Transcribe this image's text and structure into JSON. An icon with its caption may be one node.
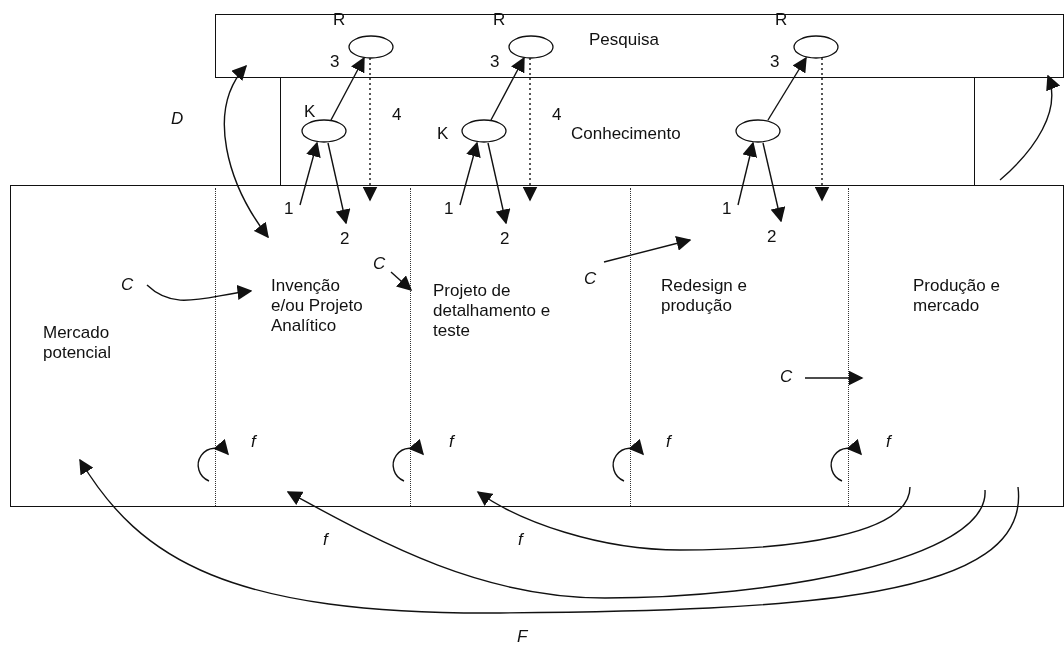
{
  "diagram": {
    "nodes": [
      {
        "text": [
          "Pesquisa"
        ]
      },
      {
        "text": [],
        "shape": "ellipse",
        "in": 0,
        "beside": [
          "R",
          "3"
        ]
      },
      {
        "text": [],
        "shape": "ellipse",
        "in": 0,
        "beside": [
          "R",
          "3"
        ]
      },
      {
        "text": [],
        "shape": "ellipse",
        "in": 0,
        "beside": [
          "R",
          "3"
        ]
      },
      {
        "text": [
          "Conhecimento"
        ]
      },
      {
        "text": [],
        "shape": "ellipse",
        "in": 4,
        "beside": [
          "K"
        ]
      },
      {
        "text": [],
        "shape": "ellipse",
        "in": 4,
        "beside": [
          "K"
        ]
      },
      {
        "text": [],
        "shape": "ellipse",
        "in": 4
      },
      {
        "text": [],
        "shape": "box"
      },
      {
        "text": [
          "Mercado potencial"
        ],
        "in": 8
      },
      {
        "text": [
          "Invenção e/ou Projeto Analítico"
        ],
        "in": 8
      },
      {
        "text": [
          "Projeto de detalhamento e teste"
        ],
        "in": 8
      },
      {
        "text": [
          "Redesign e produção"
        ],
        "in": 8
      },
      {
        "text": [
          "Produção e mercado"
        ],
        "in": 8
      }
    ],
    "edges": [
      {
        "from": 0,
        "to": 10,
        "arrow": "both",
        "label": "D"
      },
      {
        "from": 9,
        "to": 10,
        "arrow": "to",
        "label": "C"
      },
      {
        "from": 10,
        "to": 11,
        "arrow": "to",
        "label": "C"
      },
      {
        "from": 11,
        "to": 12,
        "arrow": "to",
        "label": "C"
      },
      {
        "from": 12,
        "to": 13,
        "arrow": "to",
        "label": "C"
      },
      {
        "from": 10,
        "to": 5,
        "arrow": "to",
        "label": "1"
      },
      {
        "from": 5,
        "to": 10,
        "arrow": "to",
        "label": "2"
      },
      {
        "from": 5,
        "to": 1,
        "arrow": "to"
      },
      {
        "from": 1,
        "to": 10,
        "arrow": "to",
        "label": "4",
        "style": "dashed"
      },
      {
        "from": 11,
        "to": 6,
        "arrow": "to",
        "label": "1"
      },
      {
        "from": 6,
        "to": 11,
        "arrow": "to",
        "label": "2"
      },
      {
        "from": 6,
        "to": 2,
        "arrow": "to"
      },
      {
        "from": 2,
        "to": 11,
        "arrow": "to",
        "label": "4",
        "style": "dashed"
      },
      {
        "from": 12,
        "to": 7,
        "arrow": "to",
        "label": "1"
      },
      {
        "from": 7,
        "to": 12,
        "arrow": "to",
        "label": "2"
      },
      {
        "from": 7,
        "to": 3,
        "arrow": "to"
      },
      {
        "from": 3,
        "to": 12,
        "arrow": "to",
        "style": "dashed"
      },
      {
        "from": 9,
        "to": 10,
        "arrow": "to",
        "label": "f"
      },
      {
        "from": 10,
        "to": 11,
        "arrow": "to",
        "label": "f"
      },
      {
        "from": 11,
        "to": 12,
        "arrow": "to",
        "label": "f"
      },
      {
        "from": 12,
        "to": 13,
        "arrow": "to",
        "label": "f"
      },
      {
        "from": 13,
        "to": 11,
        "arrow": "to",
        "label": "f"
      },
      {
        "from": 13,
        "to": 10,
        "arrow": "to",
        "label": "f"
      },
      {
        "from": 13,
        "to": 9,
        "arrow": "to",
        "label": "F"
      },
      {
        "from": 13,
        "to": 0,
        "arrow": "to"
      }
    ]
  }
}
